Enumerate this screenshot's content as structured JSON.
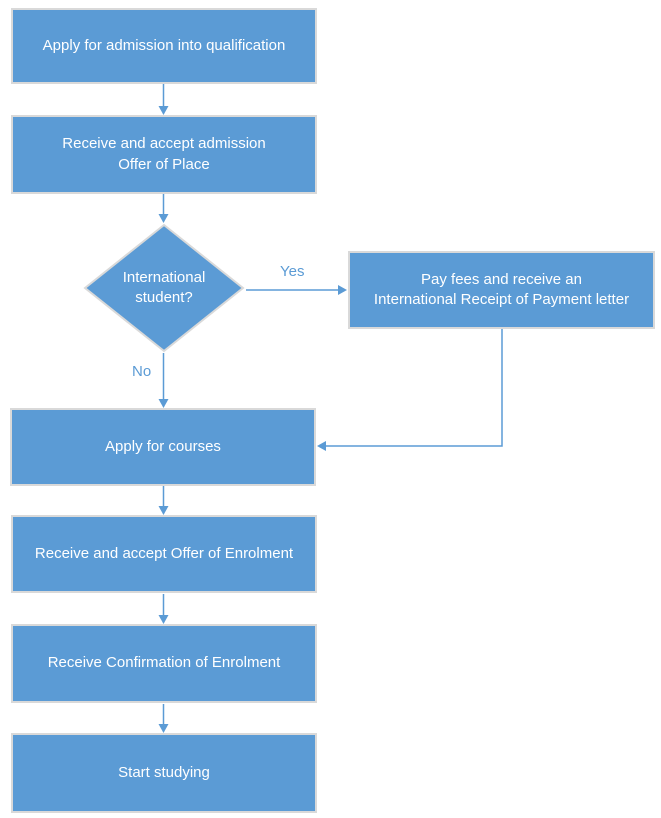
{
  "colors": {
    "node_fill": "#5b9bd5",
    "node_border": "#d9d9d9",
    "node_text": "#ffffff",
    "connector": "#5b9bd5",
    "edge_label": "#5b9bd5",
    "background": "#ffffff"
  },
  "nodes": [
    {
      "id": "apply-admission",
      "type": "process",
      "label": "Apply for admission into qualification"
    },
    {
      "id": "offer-place",
      "type": "process",
      "label": "Receive and accept admission\nOffer of Place"
    },
    {
      "id": "decision",
      "type": "decision",
      "label": "International\nstudent?"
    },
    {
      "id": "pay-fees",
      "type": "process",
      "label": "Pay fees and receive an\nInternational Receipt of Payment letter"
    },
    {
      "id": "apply-courses",
      "type": "process",
      "label": "Apply for courses"
    },
    {
      "id": "offer-enrolment",
      "type": "process",
      "label": "Receive and accept Offer of Enrolment"
    },
    {
      "id": "confirmation",
      "type": "process",
      "label": "Receive Confirmation of Enrolment"
    },
    {
      "id": "start-studying",
      "type": "process",
      "label": "Start studying"
    }
  ],
  "edges": [
    {
      "from": "apply-admission",
      "to": "offer-place",
      "label": ""
    },
    {
      "from": "offer-place",
      "to": "decision",
      "label": ""
    },
    {
      "from": "decision",
      "to": "pay-fees",
      "label": "Yes"
    },
    {
      "from": "decision",
      "to": "apply-courses",
      "label": "No"
    },
    {
      "from": "pay-fees",
      "to": "apply-courses",
      "label": ""
    },
    {
      "from": "apply-courses",
      "to": "offer-enrolment",
      "label": ""
    },
    {
      "from": "offer-enrolment",
      "to": "confirmation",
      "label": ""
    },
    {
      "from": "confirmation",
      "to": "start-studying",
      "label": ""
    }
  ]
}
